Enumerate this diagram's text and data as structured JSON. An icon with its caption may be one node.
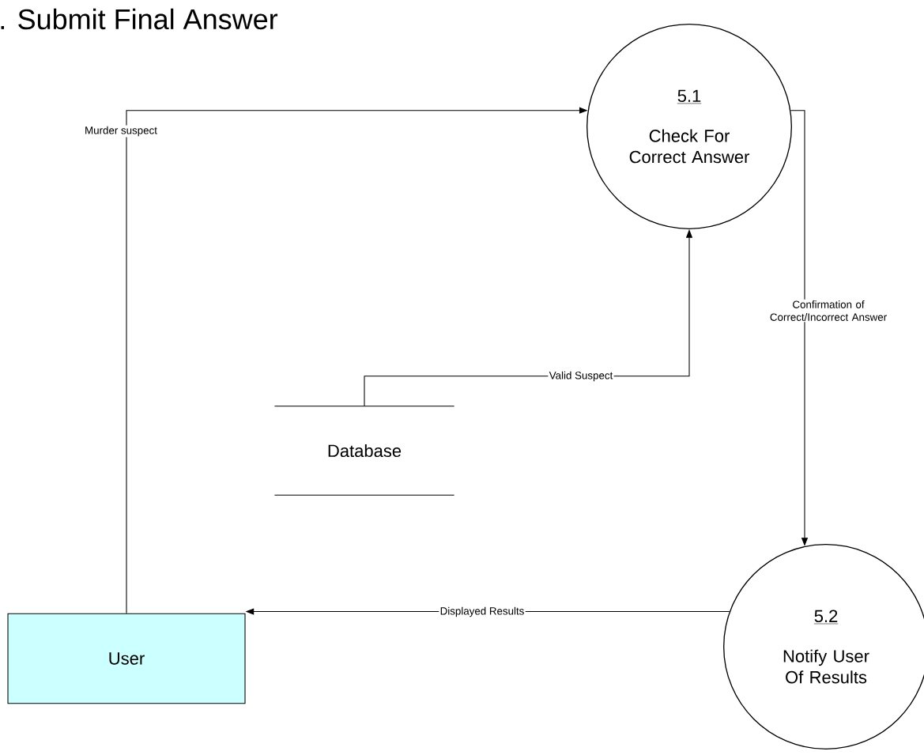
{
  "diagram": {
    "title": ". Submit Final Answer",
    "nodes": [
      {
        "text": [
          "5.1",
          "Check For Correct Answer"
        ]
      },
      {
        "text": [
          "5.2",
          "Notify User Of Results"
        ]
      },
      {
        "text": [
          "User"
        ]
      },
      {
        "text": [
          "Database"
        ]
      }
    ],
    "edges": [
      {
        "from": 2,
        "to": 0,
        "arrow": "to",
        "label": "Murder suspect"
      },
      {
        "from": 3,
        "to": 0,
        "arrow": "to",
        "label": "Valid Suspect"
      },
      {
        "from": 0,
        "to": 1,
        "arrow": "to",
        "label": "Confirmation of Correct/Incorrect Answer"
      },
      {
        "from": 1,
        "to": 2,
        "arrow": "to",
        "label": "Displayed Results"
      }
    ]
  }
}
